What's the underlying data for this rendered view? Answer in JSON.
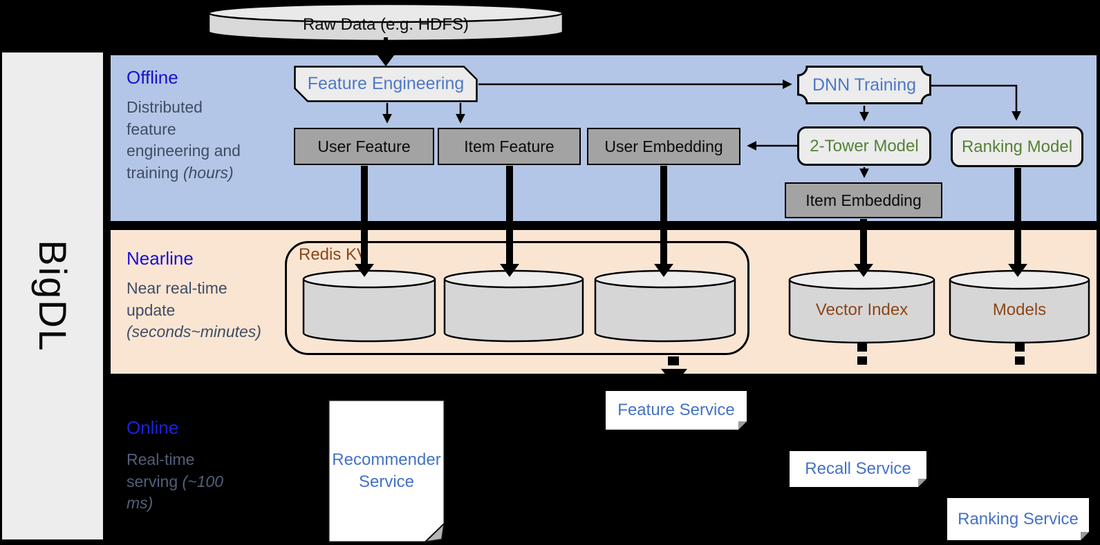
{
  "sidebar": {
    "brand": "BigDL"
  },
  "source": {
    "label": "Raw Data (e.g. HDFS)"
  },
  "bands": {
    "offline": {
      "title": "Offline",
      "desc": "Distributed feature engineering and training ",
      "desc_italic": "(hours)"
    },
    "nearline": {
      "title": "Nearline",
      "desc": "Near real-time update ",
      "desc_italic": "(seconds~minutes)"
    },
    "online": {
      "title": "Online",
      "desc": "Real-time serving ",
      "desc_italic": "(~100 ms)"
    }
  },
  "offline": {
    "feature_engineering": "Feature Engineering",
    "dnn_training": "DNN Training",
    "user_feature": "User Feature",
    "item_feature": "Item Feature",
    "user_embedding": "User Embedding",
    "two_tower_model": "2-Tower Model",
    "ranking_model": "Ranking Model",
    "item_embedding": "Item Embedding"
  },
  "nearline": {
    "redis_kv": "Redis KV",
    "vector_index": "Vector Index",
    "models": "Models"
  },
  "online": {
    "recommender_service": "Recommender Service",
    "feature_service": "Feature Service",
    "recall_service": "Recall Service",
    "ranking_service": "Ranking Service"
  },
  "colors": {
    "offline_band": "#b3c6e7",
    "nearline_band": "#fae5d3",
    "heading_blue": "#1512cd",
    "process_label_blue": "#4d78c8",
    "model_label_green": "#548235",
    "storage_label_brown": "#8c4616",
    "service_label_blue": "#4472c4",
    "box_gray": "#a3a3a3",
    "band_text": "#3f4d63"
  }
}
